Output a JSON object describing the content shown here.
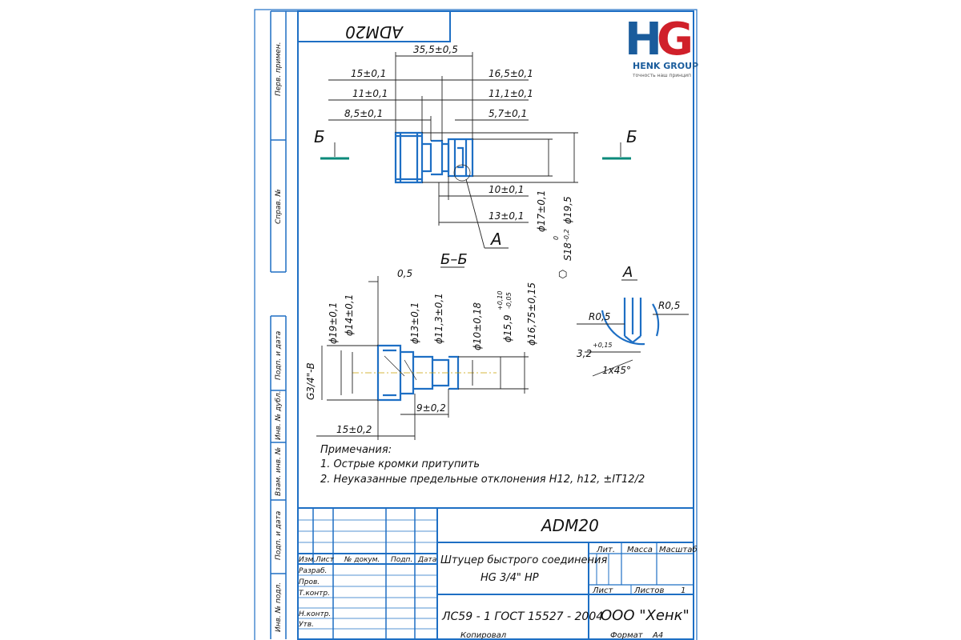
{
  "logo": {
    "mark": "HG",
    "company": "HENK GROUP",
    "slogan": "точность наш принцип",
    "colors": {
      "h": "#1a5c9c",
      "g": "#d0202a"
    }
  },
  "stamp_top": "ADM20",
  "side_labels": [
    "Перв. примен.",
    "Справ. №",
    "Подп. и дата",
    "Инв. № дубл.",
    "Взам. инв. №",
    "Подп. и дата",
    "Инв. № подл."
  ],
  "dims": {
    "d35": "35,5±0,5",
    "d15": "15±0,1",
    "d16": "16,5±0,1",
    "d11": "11±0,1",
    "d111": "11,1±0,1",
    "d85": "8,5±0,1",
    "d57": "5,7±0,1",
    "d10": "10±0,1",
    "d13": "13±0,1",
    "dia17": "ϕ17±0,1",
    "dia195": "ϕ19,5",
    "s18": "S18",
    "s18tol_up": "0",
    "s18tol_lo": "-0,2",
    "hex": "⬡"
  },
  "section_mark": "Б",
  "view_a": "А",
  "section_title": "Б–Б",
  "section": {
    "d05": "0,5",
    "dia19": "ϕ19±0,1",
    "dia14": "ϕ14±0,1",
    "dia13": "ϕ13±0,1",
    "dia113": "ϕ11,3±0,1",
    "dia10": "ϕ10±0,18",
    "dia159": "ϕ15,9",
    "dia159_up": "+0,10",
    "dia159_lo": "-0,05",
    "dia1675": "ϕ16,75±0,15",
    "thread": "G3/4\"-B",
    "d15b": "15±0,2",
    "d9": "9±0,2"
  },
  "detail": {
    "title": "А",
    "r05a": "R0,5",
    "r05b": "R0,5",
    "d32": "3,2",
    "d32tol": "+0,15",
    "chamfer": "1x45°"
  },
  "notes": {
    "title": "Примечания:",
    "n1": "1. Острые кромки притупить",
    "n2": "2. Неуказанные предельные отклонения H12, h12, ±IT12/2"
  },
  "title_block": {
    "designation": "ADM20",
    "name1": "Штуцер быстрого соединения",
    "name2": "HG 3/4\" HP",
    "material": "ЛС59 - 1 ГОСТ 15527 - 2004",
    "company": "ООО \"Хенк\"",
    "lit": "Лит.",
    "mass": "Масса",
    "scale": "Масштаб",
    "sheet": "Лист",
    "sheets": "Листов",
    "sheets_n": "1",
    "izm": "Изм.",
    "list": "Лист",
    "doc": "№ докум.",
    "podp": "Подп.",
    "date": "Дата",
    "razrab": "Разраб.",
    "prov": "Пров.",
    "tkontr": "Т.контр.",
    "nkontr": "Н.контр.",
    "utv": "Утв.",
    "copied": "Копировал",
    "format": "Формат",
    "format_v": "A4"
  }
}
